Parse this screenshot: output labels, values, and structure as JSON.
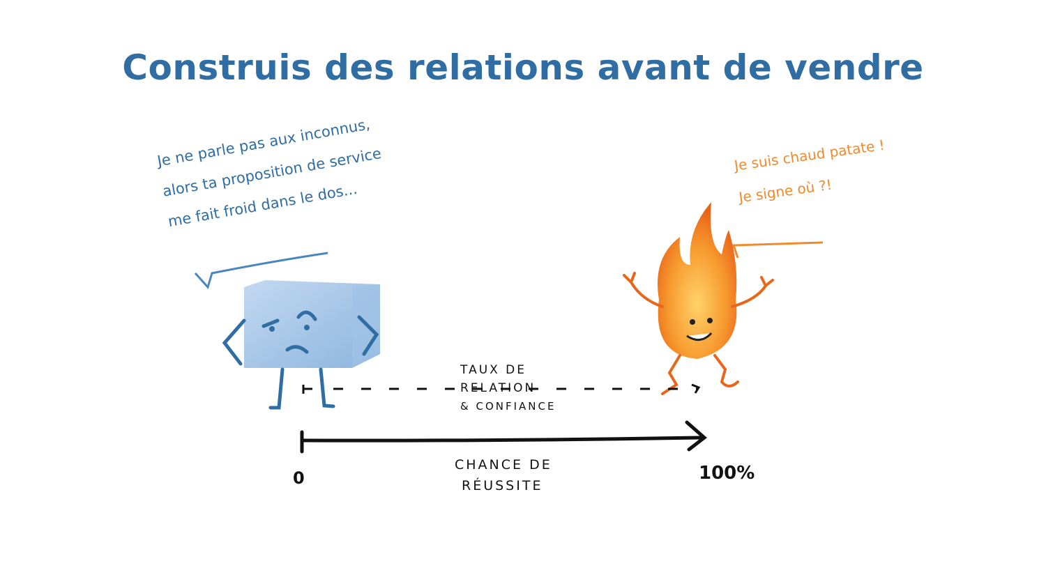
{
  "title": "Construis des relations avant de vendre",
  "ice": {
    "speech": [
      "Je ne parle pas aux inconnus,",
      "alors ta proposition de service",
      "me fait froid dans le dos..."
    ],
    "color": "#8fb8e0"
  },
  "fire": {
    "speech": [
      "Je suis chaud patate !",
      "Je signe où ?!"
    ],
    "color": "#f08a2c"
  },
  "relation_axis": {
    "label": [
      "Taux de",
      "Relation",
      "& confiance"
    ]
  },
  "success_axis": {
    "label": [
      "Chance de",
      "réussite"
    ],
    "start": "0",
    "end": "100%"
  }
}
